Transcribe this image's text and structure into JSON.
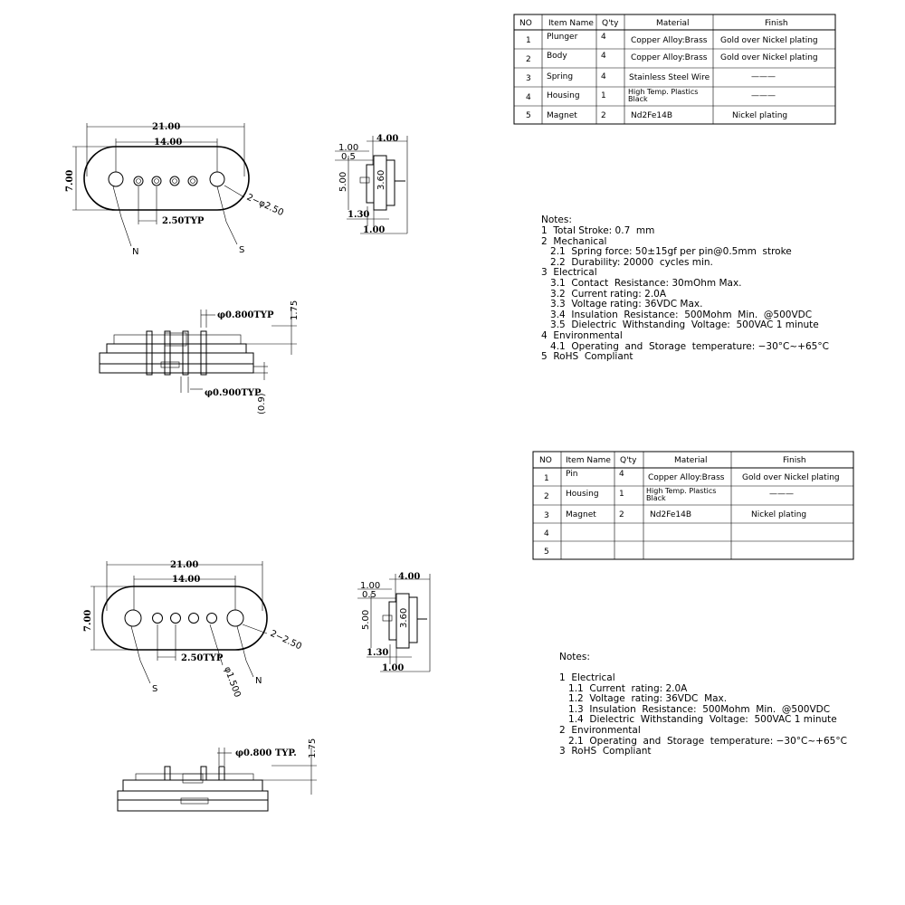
{
  "table1": {
    "headers": [
      "NO",
      "Item Name",
      "Q'ty",
      "Material",
      "Finish"
    ],
    "rows": [
      [
        "1",
        "Plunger",
        "4",
        "Copper Alloy:Brass",
        "Gold over Nickel plating"
      ],
      [
        "2",
        "Body",
        "4",
        "Copper Alloy:Brass",
        "Gold over Nickel plating"
      ],
      [
        "3",
        "Spring",
        "4",
        "Stainless Steel Wire",
        "———"
      ],
      [
        "4",
        "Housing",
        "1",
        "High Temp. Plastics Black",
        "———"
      ],
      [
        "5",
        "Magnet",
        "2",
        "Nd2Fe14B",
        "Nickel plating"
      ]
    ]
  },
  "table2": {
    "headers": [
      "NO",
      "Item Name",
      "Q'ty",
      "Material",
      "Finish"
    ],
    "rows": [
      [
        "1",
        "Pin",
        "4",
        "Copper Alloy:Brass",
        "Gold over Nickel plating"
      ],
      [
        "2",
        "Housing",
        "1",
        "High Temp. Plastics Black",
        "———"
      ],
      [
        "3",
        "Magnet",
        "2",
        "Nd2Fe14B",
        "Nickel plating"
      ],
      [
        "4",
        "",
        "",
        "",
        ""
      ],
      [
        "5",
        "",
        "",
        "",
        ""
      ]
    ]
  },
  "notes1": {
    "title": "Notes:",
    "lines": [
      "1  Total Stroke: 0.7  mm",
      "2  Mechanical",
      "   2.1  Spring force: 50±15gf per pin@0.5mm  stroke",
      "   2.2  Durability: 20000  cycles min.",
      "3  Electrical",
      "   3.1  Contact  Resistance: 30mOhm Max.",
      "   3.2  Current rating: 2.0A",
      "   3.3  Voltage rating: 36VDC Max.",
      "   3.4  Insulation  Resistance:  500Mohm  Min.  @500VDC",
      "   3.5  Dielectric  Withstanding  Voltage:  500VAC 1 minute",
      "4  Environmental",
      "   4.1  Operating  and  Storage  temperature: −30°C~+65°C",
      "5  RoHS  Compliant"
    ]
  },
  "notes2": {
    "title": "Notes:",
    "lines": [
      "1  Electrical",
      "   1.1  Current  rating: 2.0A",
      "   1.2  Voltage  rating: 36VDC  Max.",
      "   1.3  Insulation  Resistance:  500Mohm  Min.  @500VDC",
      "   1.4  Dielectric  Withstanding  Voltage:  500VAC 1 minute",
      "2  Environmental",
      "   2.1  Operating  and  Storage  temperature: −30°C~+65°C",
      "3  RoHS  Compliant"
    ]
  },
  "drawing1": {
    "top_view": {
      "overall": "21.00",
      "center": "14.00",
      "height": "7.00",
      "pitch": "2.50TYP",
      "hole": "2−φ2.50",
      "label_left": "N",
      "label_right": "S"
    },
    "side_view": {
      "width": "4.00",
      "d1": "1.00",
      "d2": "0.5",
      "height": "5.00",
      "inner": "3.60",
      "d3": "1.30",
      "d4": "1.00"
    },
    "front_view": {
      "pin_top": "φ0.800TYP",
      "pin_bottom": "φ0.900TYP",
      "height": "1.75",
      "offset": "(0.9)"
    }
  },
  "drawing2": {
    "top_view": {
      "overall": "21.00",
      "center": "14.00",
      "height": "7.00",
      "pitch": "2.50TYP",
      "hole": "2−2.50",
      "pin_dia": "φ1.500",
      "label_left": "S",
      "label_right": "N"
    },
    "side_view": {
      "width": "4.00",
      "d1": "1.00",
      "d2": "0.5",
      "height": "5.00",
      "inner": "3.60",
      "d3": "1.30",
      "d4": "1.00"
    },
    "front_view": {
      "pin_top": "φ0.800 TYP.",
      "height": "1.75"
    }
  }
}
